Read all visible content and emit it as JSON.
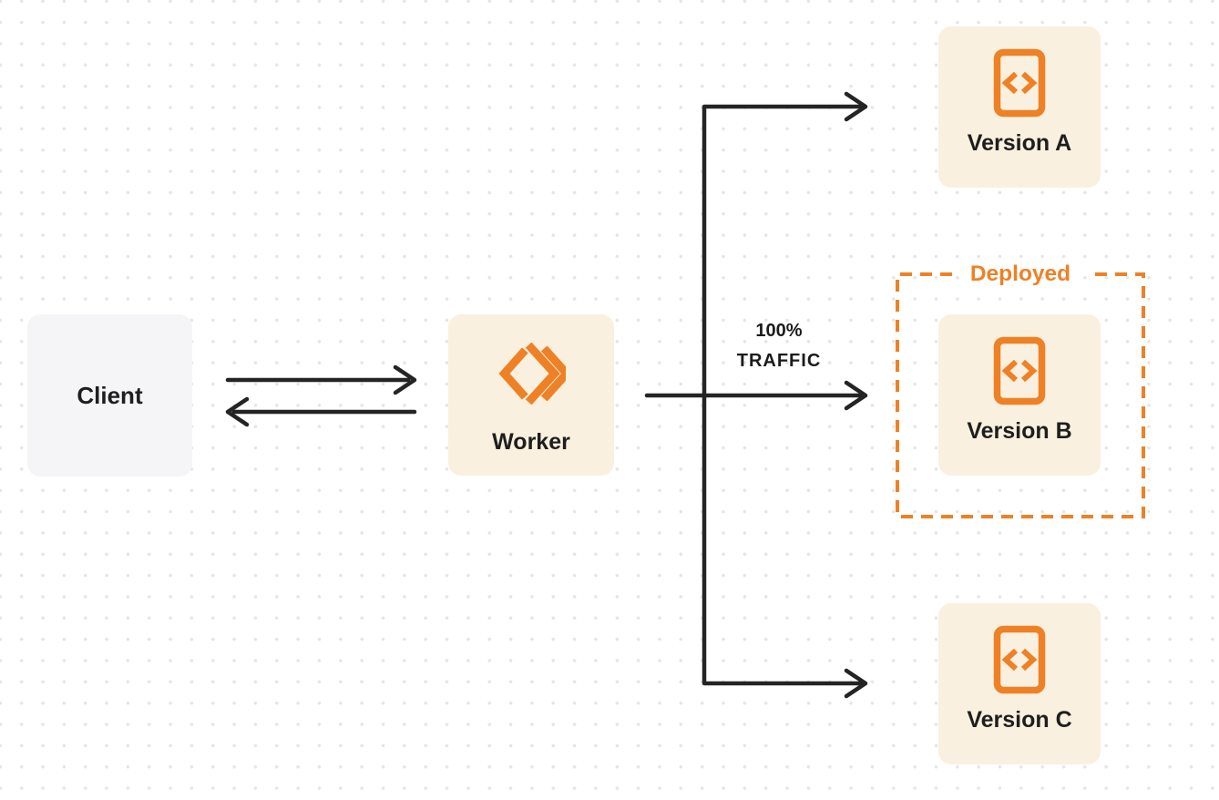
{
  "colors": {
    "accent_orange": "#ee8125",
    "node_cream": "#faf0df",
    "client_gray": "#f5f5f7",
    "arrow_black": "#242424",
    "label_dark": "#1e1e1e",
    "dot_grid": "#e5e5e6"
  },
  "nodes": {
    "client": {
      "label": "Client"
    },
    "worker": {
      "label": "Worker",
      "icon": "worker-chevrons-icon"
    },
    "version_a": {
      "label": "Version A",
      "icon": "code-file-icon"
    },
    "version_b": {
      "label": "Version B",
      "icon": "code-file-icon"
    },
    "version_c": {
      "label": "Version C",
      "icon": "code-file-icon"
    }
  },
  "edges": {
    "traffic_label": {
      "line1": "100%",
      "line2": "TRAFFIC"
    }
  },
  "annotations": {
    "deployed_label": "Deployed"
  }
}
